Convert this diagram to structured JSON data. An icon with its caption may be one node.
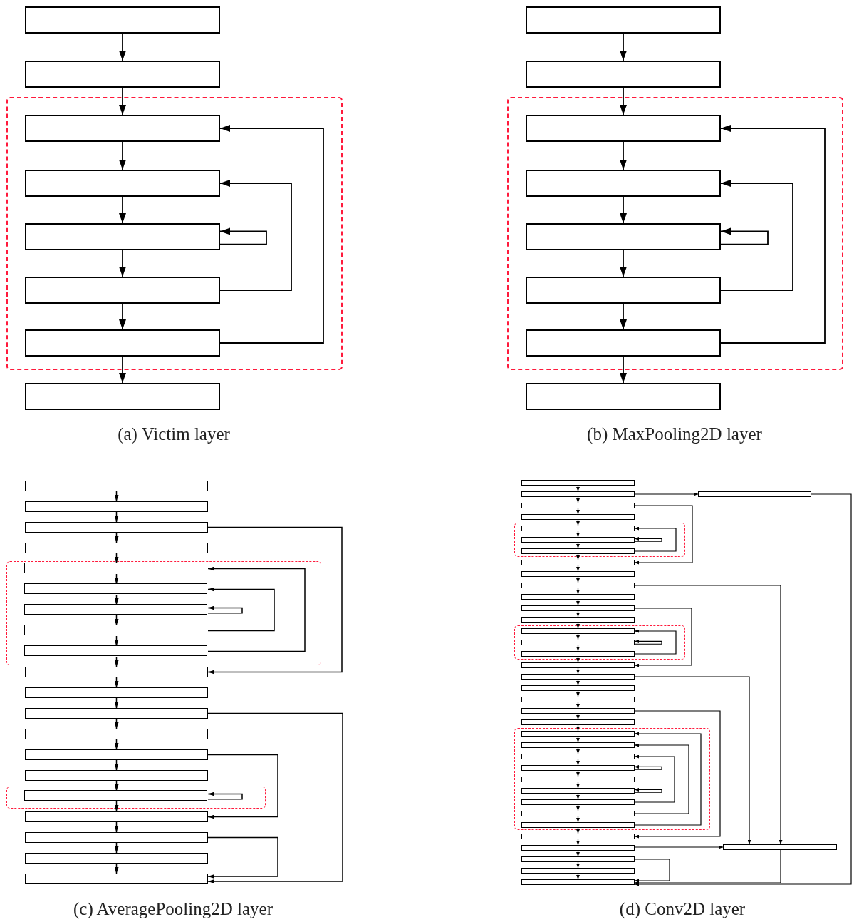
{
  "diagram": {
    "nodes": [
      {
        "text": [],
        "shape": "box"
      },
      {
        "text": [],
        "shape": "box"
      },
      {
        "text": [],
        "shape": "box"
      },
      {
        "text": [],
        "shape": "box",
        "in": 2
      },
      {
        "text": [],
        "shape": "box",
        "in": 2
      },
      {
        "text": [],
        "shape": "box",
        "in": 2
      },
      {
        "text": [],
        "shape": "box",
        "in": 2
      },
      {
        "text": [],
        "shape": "box",
        "in": 2
      },
      {
        "text": [],
        "shape": "box"
      },
      {
        "text": [],
        "shape": "box"
      },
      {
        "text": [],
        "shape": "box"
      },
      {
        "text": [],
        "shape": "box"
      },
      {
        "text": [],
        "shape": "box",
        "in": 11
      },
      {
        "text": [],
        "shape": "box",
        "in": 11
      },
      {
        "text": [],
        "shape": "box",
        "in": 11
      },
      {
        "text": [],
        "shape": "box",
        "in": 11
      },
      {
        "text": [],
        "shape": "box",
        "in": 11
      },
      {
        "text": [],
        "shape": "box"
      },
      {
        "text": [],
        "shape": "box"
      },
      {
        "text": [],
        "shape": "box"
      },
      {
        "text": [],
        "shape": "box"
      },
      {
        "text": [],
        "shape": "box"
      },
      {
        "text": [],
        "shape": "box"
      },
      {
        "text": [],
        "shape": "box",
        "in": 22
      },
      {
        "text": [],
        "shape": "box",
        "in": 22
      },
      {
        "text": [],
        "shape": "box",
        "in": 22
      },
      {
        "text": [],
        "shape": "box",
        "in": 22
      },
      {
        "text": [],
        "shape": "box",
        "in": 22
      },
      {
        "text": [],
        "shape": "box"
      },
      {
        "text": [],
        "shape": "box"
      },
      {
        "text": [],
        "shape": "box"
      },
      {
        "text": [],
        "shape": "box"
      },
      {
        "text": [],
        "shape": "box"
      },
      {
        "text": [],
        "shape": "box"
      },
      {
        "text": [],
        "shape": "box"
      },
      {
        "text": [],
        "shape": "box",
        "in": 34
      },
      {
        "text": [],
        "shape": "box"
      },
      {
        "text": [],
        "shape": "box"
      },
      {
        "text": [],
        "shape": "box"
      },
      {
        "text": [],
        "shape": "box"
      },
      {
        "text": [],
        "shape": "box"
      },
      {
        "text": [],
        "shape": "box"
      },
      {
        "text": [],
        "shape": "box"
      },
      {
        "text": [],
        "shape": "box"
      },
      {
        "text": [],
        "shape": "box"
      },
      {
        "text": [],
        "shape": "box"
      },
      {
        "text": [],
        "shape": "box",
        "in": 45
      },
      {
        "text": [],
        "shape": "box",
        "in": 45
      },
      {
        "text": [],
        "shape": "box",
        "in": 45
      },
      {
        "text": [],
        "shape": "box"
      },
      {
        "text": [],
        "shape": "box"
      },
      {
        "text": [],
        "shape": "box"
      },
      {
        "text": [],
        "shape": "box"
      },
      {
        "text": [],
        "shape": "box"
      },
      {
        "text": [],
        "shape": "box"
      },
      {
        "text": [],
        "shape": "box"
      },
      {
        "text": [],
        "shape": "box",
        "in": 55
      },
      {
        "text": [],
        "shape": "box",
        "in": 55
      },
      {
        "text": [],
        "shape": "box",
        "in": 55
      },
      {
        "text": [],
        "shape": "box"
      },
      {
        "text": [],
        "shape": "box"
      },
      {
        "text": [],
        "shape": "box"
      },
      {
        "text": [],
        "shape": "box"
      },
      {
        "text": [],
        "shape": "box"
      },
      {
        "text": [],
        "shape": "box"
      },
      {
        "text": [],
        "shape": "box"
      },
      {
        "text": [],
        "shape": "box",
        "in": 65
      },
      {
        "text": [],
        "shape": "box",
        "in": 65
      },
      {
        "text": [],
        "shape": "box",
        "in": 65
      },
      {
        "text": [],
        "shape": "box",
        "in": 65
      },
      {
        "text": [],
        "shape": "box",
        "in": 65
      },
      {
        "text": [],
        "shape": "box",
        "in": 65
      },
      {
        "text": [],
        "shape": "box",
        "in": 65
      },
      {
        "text": [],
        "shape": "box",
        "in": 65
      },
      {
        "text": [],
        "shape": "box",
        "in": 65
      },
      {
        "text": [],
        "shape": "box"
      },
      {
        "text": [],
        "shape": "box"
      },
      {
        "text": [],
        "shape": "box"
      },
      {
        "text": [],
        "shape": "box"
      },
      {
        "text": [],
        "shape": "box"
      },
      {
        "text": [],
        "shape": "box"
      }
    ],
    "edges": [
      {
        "from": 0,
        "to": 1,
        "arrow": "to"
      },
      {
        "from": 1,
        "to": 3,
        "arrow": "to"
      },
      {
        "from": 3,
        "to": 4,
        "arrow": "to"
      },
      {
        "from": 4,
        "to": 5,
        "arrow": "to"
      },
      {
        "from": 5,
        "to": 6,
        "arrow": "to"
      },
      {
        "from": 6,
        "to": 7,
        "arrow": "to"
      },
      {
        "from": 7,
        "to": 8,
        "arrow": "to"
      },
      {
        "from": 5,
        "to": 5,
        "arrow": "to"
      },
      {
        "from": 6,
        "to": 4,
        "arrow": "to"
      },
      {
        "from": 7,
        "to": 3,
        "arrow": "to"
      },
      {
        "from": 9,
        "to": 10,
        "arrow": "to"
      },
      {
        "from": 10,
        "to": 12,
        "arrow": "to"
      },
      {
        "from": 12,
        "to": 13,
        "arrow": "to"
      },
      {
        "from": 13,
        "to": 14,
        "arrow": "to"
      },
      {
        "from": 14,
        "to": 15,
        "arrow": "to"
      },
      {
        "from": 15,
        "to": 16,
        "arrow": "to"
      },
      {
        "from": 16,
        "to": 17,
        "arrow": "to"
      },
      {
        "from": 14,
        "to": 14,
        "arrow": "to"
      },
      {
        "from": 15,
        "to": 13,
        "arrow": "to"
      },
      {
        "from": 16,
        "to": 12,
        "arrow": "to"
      },
      {
        "from": 18,
        "to": 19,
        "arrow": "to"
      },
      {
        "from": 19,
        "to": 20,
        "arrow": "to"
      },
      {
        "from": 20,
        "to": 21,
        "arrow": "to"
      },
      {
        "from": 21,
        "to": 23,
        "arrow": "to"
      },
      {
        "from": 23,
        "to": 24,
        "arrow": "to"
      },
      {
        "from": 24,
        "to": 25,
        "arrow": "to"
      },
      {
        "from": 25,
        "to": 26,
        "arrow": "to"
      },
      {
        "from": 26,
        "to": 27,
        "arrow": "to"
      },
      {
        "from": 27,
        "to": 28,
        "arrow": "to"
      },
      {
        "from": 28,
        "to": 29,
        "arrow": "to"
      },
      {
        "from": 29,
        "to": 30,
        "arrow": "to"
      },
      {
        "from": 30,
        "to": 31,
        "arrow": "to"
      },
      {
        "from": 31,
        "to": 32,
        "arrow": "to"
      },
      {
        "from": 32,
        "to": 33,
        "arrow": "to"
      },
      {
        "from": 33,
        "to": 35,
        "arrow": "to"
      },
      {
        "from": 35,
        "to": 36,
        "arrow": "to"
      },
      {
        "from": 36,
        "to": 37,
        "arrow": "to"
      },
      {
        "from": 37,
        "to": 38,
        "arrow": "to"
      },
      {
        "from": 38,
        "to": 39,
        "arrow": "to"
      },
      {
        "from": 20,
        "to": 28,
        "arrow": "to"
      },
      {
        "from": 27,
        "to": 23,
        "arrow": "to"
      },
      {
        "from": 26,
        "to": 24,
        "arrow": "to"
      },
      {
        "from": 25,
        "to": 25,
        "arrow": "to"
      },
      {
        "from": 30,
        "to": 39,
        "arrow": "to"
      },
      {
        "from": 32,
        "to": 36,
        "arrow": "to"
      },
      {
        "from": 35,
        "to": 35,
        "arrow": "to"
      },
      {
        "from": 37,
        "to": 39,
        "arrow": "to"
      },
      {
        "from": 40,
        "to": 41,
        "arrow": "to"
      },
      {
        "from": 41,
        "to": 43,
        "arrow": "to"
      },
      {
        "from": 43,
        "to": 44,
        "arrow": "to"
      },
      {
        "from": 44,
        "to": 46,
        "arrow": "to"
      },
      {
        "from": 46,
        "to": 47,
        "arrow": "to"
      },
      {
        "from": 47,
        "to": 48,
        "arrow": "to"
      },
      {
        "from": 48,
        "to": 49,
        "arrow": "to"
      },
      {
        "from": 49,
        "to": 50,
        "arrow": "to"
      },
      {
        "from": 50,
        "to": 51,
        "arrow": "to"
      },
      {
        "from": 51,
        "to": 52,
        "arrow": "to"
      },
      {
        "from": 52,
        "to": 53,
        "arrow": "to"
      },
      {
        "from": 53,
        "to": 54,
        "arrow": "to"
      },
      {
        "from": 54,
        "to": 56,
        "arrow": "to"
      },
      {
        "from": 56,
        "to": 57,
        "arrow": "to"
      },
      {
        "from": 57,
        "to": 58,
        "arrow": "to"
      },
      {
        "from": 58,
        "to": 59,
        "arrow": "to"
      },
      {
        "from": 59,
        "to": 60,
        "arrow": "to"
      },
      {
        "from": 60,
        "to": 61,
        "arrow": "to"
      },
      {
        "from": 61,
        "to": 62,
        "arrow": "to"
      },
      {
        "from": 62,
        "to": 63,
        "arrow": "to"
      },
      {
        "from": 63,
        "to": 64,
        "arrow": "to"
      },
      {
        "from": 64,
        "to": 66,
        "arrow": "to"
      },
      {
        "from": 66,
        "to": 67,
        "arrow": "to"
      },
      {
        "from": 67,
        "to": 68,
        "arrow": "to"
      },
      {
        "from": 68,
        "to": 69,
        "arrow": "to"
      },
      {
        "from": 69,
        "to": 70,
        "arrow": "to"
      },
      {
        "from": 70,
        "to": 71,
        "arrow": "to"
      },
      {
        "from": 71,
        "to": 72,
        "arrow": "to"
      },
      {
        "from": 72,
        "to": 73,
        "arrow": "to"
      },
      {
        "from": 73,
        "to": 74,
        "arrow": "to"
      },
      {
        "from": 74,
        "to": 75,
        "arrow": "to"
      },
      {
        "from": 75,
        "to": 76,
        "arrow": "to"
      },
      {
        "from": 76,
        "to": 78,
        "arrow": "to"
      },
      {
        "from": 78,
        "to": 79,
        "arrow": "to"
      },
      {
        "from": 79,
        "to": 80,
        "arrow": "to"
      },
      {
        "from": 41,
        "to": 42,
        "arrow": "to"
      },
      {
        "from": 42,
        "to": 80,
        "arrow": "to"
      },
      {
        "from": 43,
        "to": 49,
        "arrow": "to"
      },
      {
        "from": 47,
        "to": 47,
        "arrow": "to"
      },
      {
        "from": 48,
        "to": 46,
        "arrow": "to"
      },
      {
        "from": 51,
        "to": 77,
        "arrow": "to"
      },
      {
        "from": 53,
        "to": 59,
        "arrow": "to"
      },
      {
        "from": 57,
        "to": 57,
        "arrow": "to"
      },
      {
        "from": 58,
        "to": 56,
        "arrow": "to"
      },
      {
        "from": 60,
        "to": 77,
        "arrow": "to"
      },
      {
        "from": 63,
        "to": 75,
        "arrow": "to"
      },
      {
        "from": 74,
        "to": 66,
        "arrow": "to"
      },
      {
        "from": 73,
        "to": 67,
        "arrow": "to"
      },
      {
        "from": 72,
        "to": 68,
        "arrow": "to"
      },
      {
        "from": 69,
        "to": 69,
        "arrow": "to"
      },
      {
        "from": 71,
        "to": 71,
        "arrow": "to"
      },
      {
        "from": 76,
        "to": 77,
        "arrow": "to"
      },
      {
        "from": 78,
        "to": 80,
        "arrow": "to"
      },
      {
        "from": 77,
        "to": 80,
        "arrow": "to"
      }
    ],
    "labels": [
      "(a) Victim layer",
      "(b) MaxPooling2D layer",
      "(c) AveragePooling2D layer",
      "(d) Conv2D layer"
    ]
  }
}
